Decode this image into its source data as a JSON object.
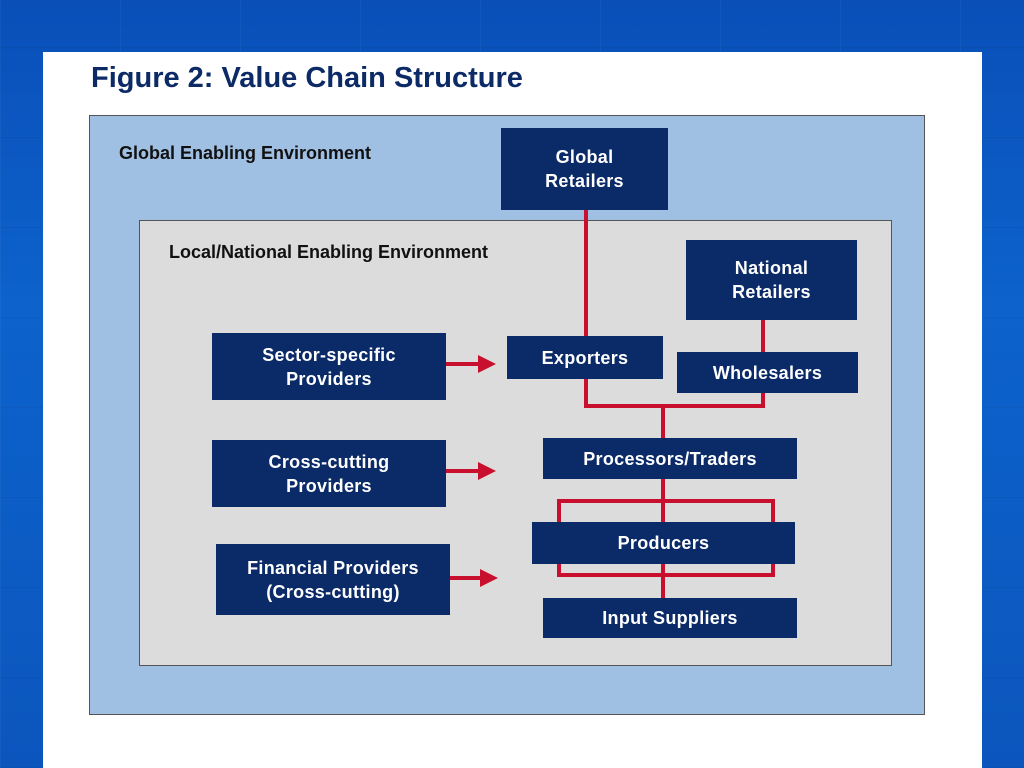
{
  "figure": {
    "title": "Figure 2: Value Chain Structure"
  },
  "environments": {
    "global": "Global Enabling Environment",
    "local": "Local/National Enabling Environment"
  },
  "nodes": {
    "global_retailers": [
      "Global",
      "Retailers"
    ],
    "national_retailers": [
      "National",
      "Retailers"
    ],
    "exporters": "Exporters",
    "wholesalers": "Wholesalers",
    "processors_traders": "Processors/Traders",
    "producers": "Producers",
    "input_suppliers": "Input Suppliers",
    "sector_specific": [
      "Sector-specific",
      "Providers"
    ],
    "cross_cutting": [
      "Cross-cutting",
      "Providers"
    ],
    "financial": [
      "Financial Providers",
      "(Cross-cutting)"
    ]
  },
  "colors": {
    "node_fill": "#0b2a68",
    "link": "#c8102e",
    "global_env": "#9fbfe3",
    "local_env": "#dcdcdc"
  }
}
